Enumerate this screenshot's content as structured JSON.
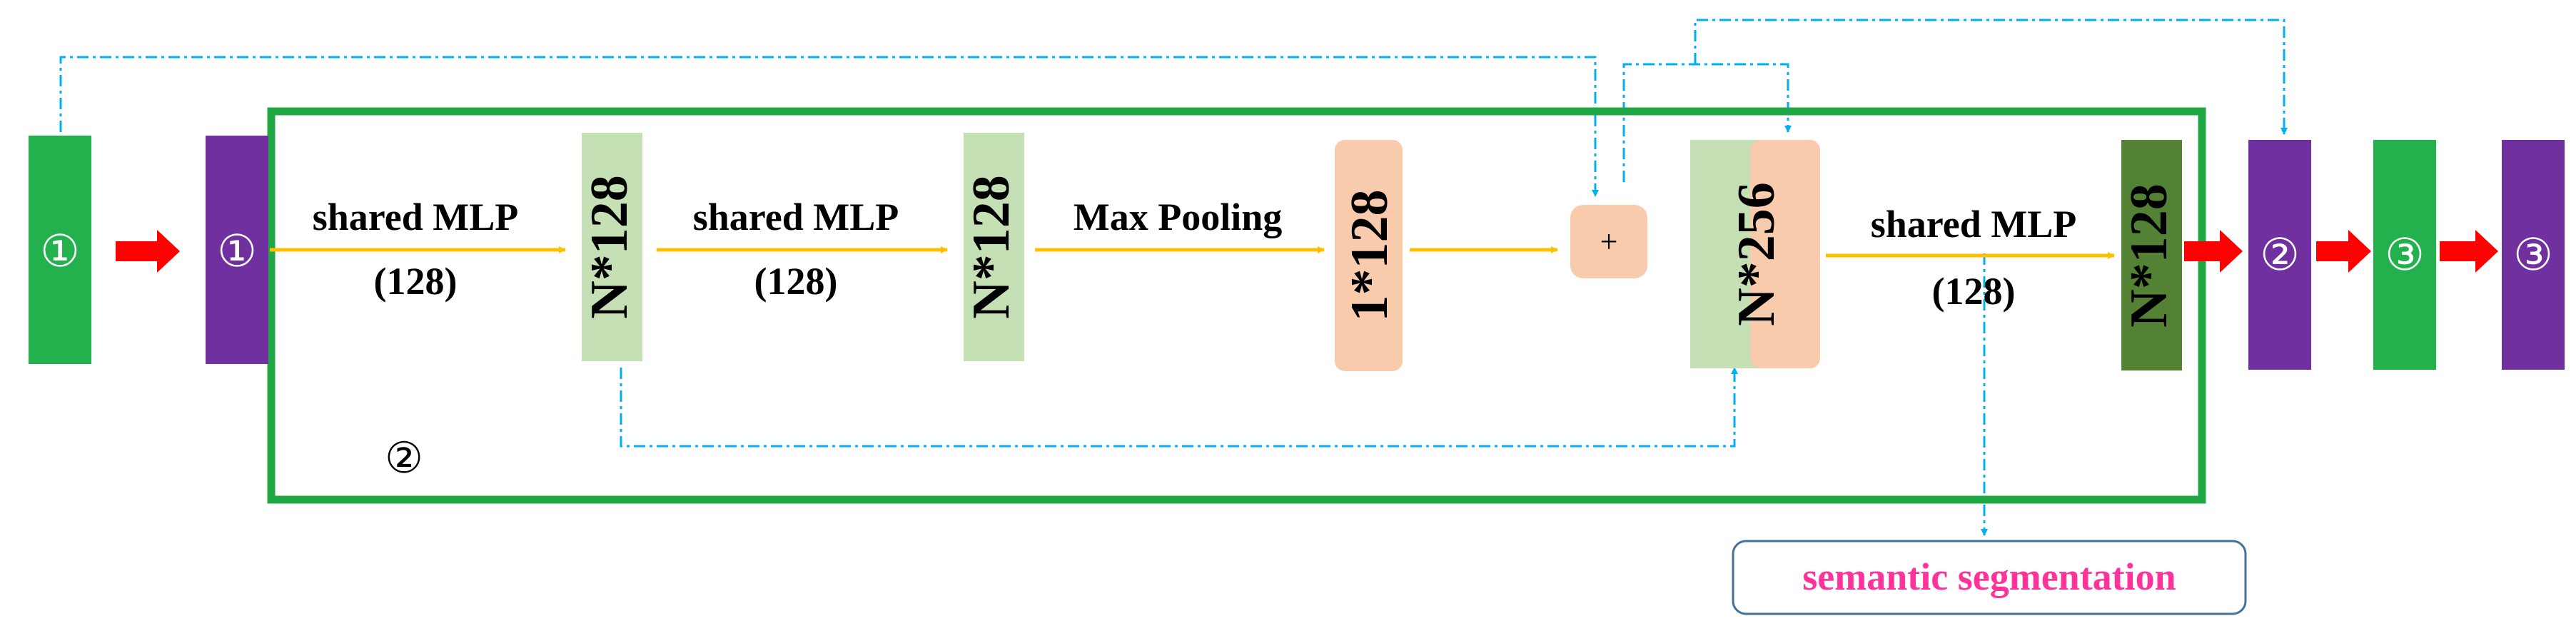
{
  "blocks": {
    "green1_label": "①",
    "purple1_label": "①",
    "purple2_label": "②",
    "green3_label": "③",
    "purple3_label": "③"
  },
  "module": {
    "label": "②",
    "features": {
      "n128_a": "N*128",
      "n128_b": "N*128",
      "one128": "1*128",
      "n256": "N*256",
      "n128_out": "N*128"
    },
    "ops": {
      "mlp1": "shared MLP",
      "mlp1_param": "(128)",
      "mlp2": "shared MLP",
      "mlp2_param": "(128)",
      "maxpool": "Max Pooling",
      "plus": "+",
      "mlp3": "shared MLP",
      "mlp3_param": "(128)"
    }
  },
  "output": {
    "label": "semantic segmentation"
  },
  "colors": {
    "green": "#22b14c",
    "purple": "#7030a0",
    "light_green": "#c5e0b4",
    "peach": "#f8cbad",
    "dark_green": "#548235",
    "module_border": "#21a846",
    "red_arrow": "#ff0000",
    "yellow_arrow": "#ffc000",
    "blue_dash": "#00b0f0",
    "pink_text": "#ff3399"
  }
}
